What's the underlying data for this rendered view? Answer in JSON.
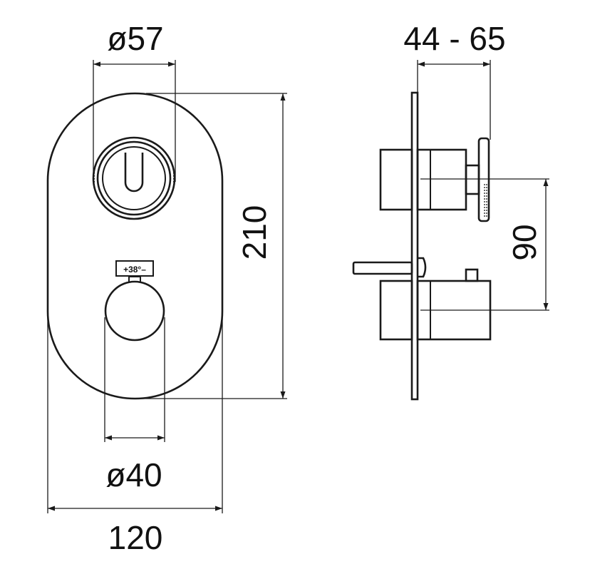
{
  "dimensions": {
    "button_diameter": "ø57",
    "knob_diameter": "ø40",
    "plate_width": "120",
    "plate_height": "210",
    "depth_range": "44 - 65",
    "spacing": "90"
  },
  "thermostat_label": "+38°–",
  "colors": {
    "line": "#1a1a1a",
    "background": "#ffffff"
  }
}
